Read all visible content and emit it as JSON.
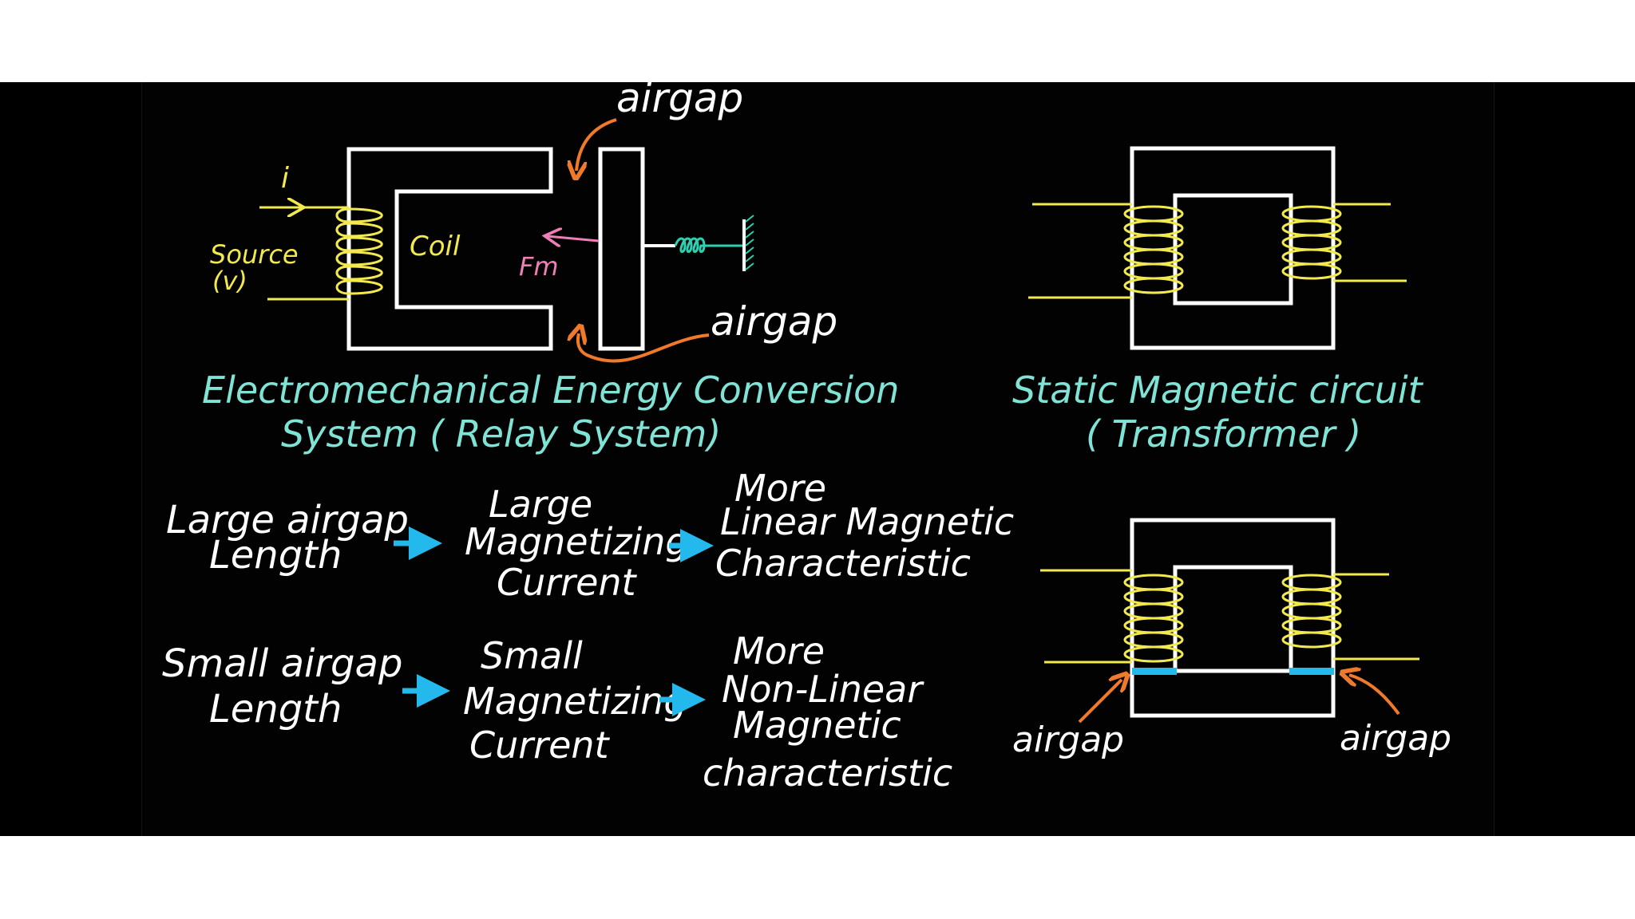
{
  "colors": {
    "board": "#000000",
    "white": "#ffffff",
    "yellow": "#f2e94e",
    "cyan": "#7fe3d6",
    "orange": "#f07a2a",
    "pink": "#ef7fb6",
    "green": "#2fd0b0",
    "arrow_blue": "#23b9ec"
  },
  "relay": {
    "airgap_top": "airgap",
    "airgap_bottom": "airgap",
    "current": "i",
    "source": "Source",
    "source_v": "(v)",
    "coil": "Coil",
    "force": "Fm",
    "caption_line1": "Electromechanical Energy Conversion",
    "caption_line2": "System ( Relay System)"
  },
  "transformer": {
    "caption_line1": "Static Magnetic circuit",
    "caption_line2": "( Transformer )",
    "airgap_left": "airgap",
    "airgap_right": "airgap"
  },
  "rows": [
    {
      "cause": [
        "Large airgap",
        "Length"
      ],
      "mid": [
        "Large",
        "Magnetizing",
        "Current"
      ],
      "effect": [
        "More",
        "Linear Magnetic",
        "Characteristic"
      ]
    },
    {
      "cause": [
        "Small airgap",
        "Length"
      ],
      "mid": [
        "Small",
        "Magnetizing",
        "Current"
      ],
      "effect": [
        "More",
        "Non-Linear",
        "Magnetic",
        "characteristic"
      ]
    }
  ]
}
